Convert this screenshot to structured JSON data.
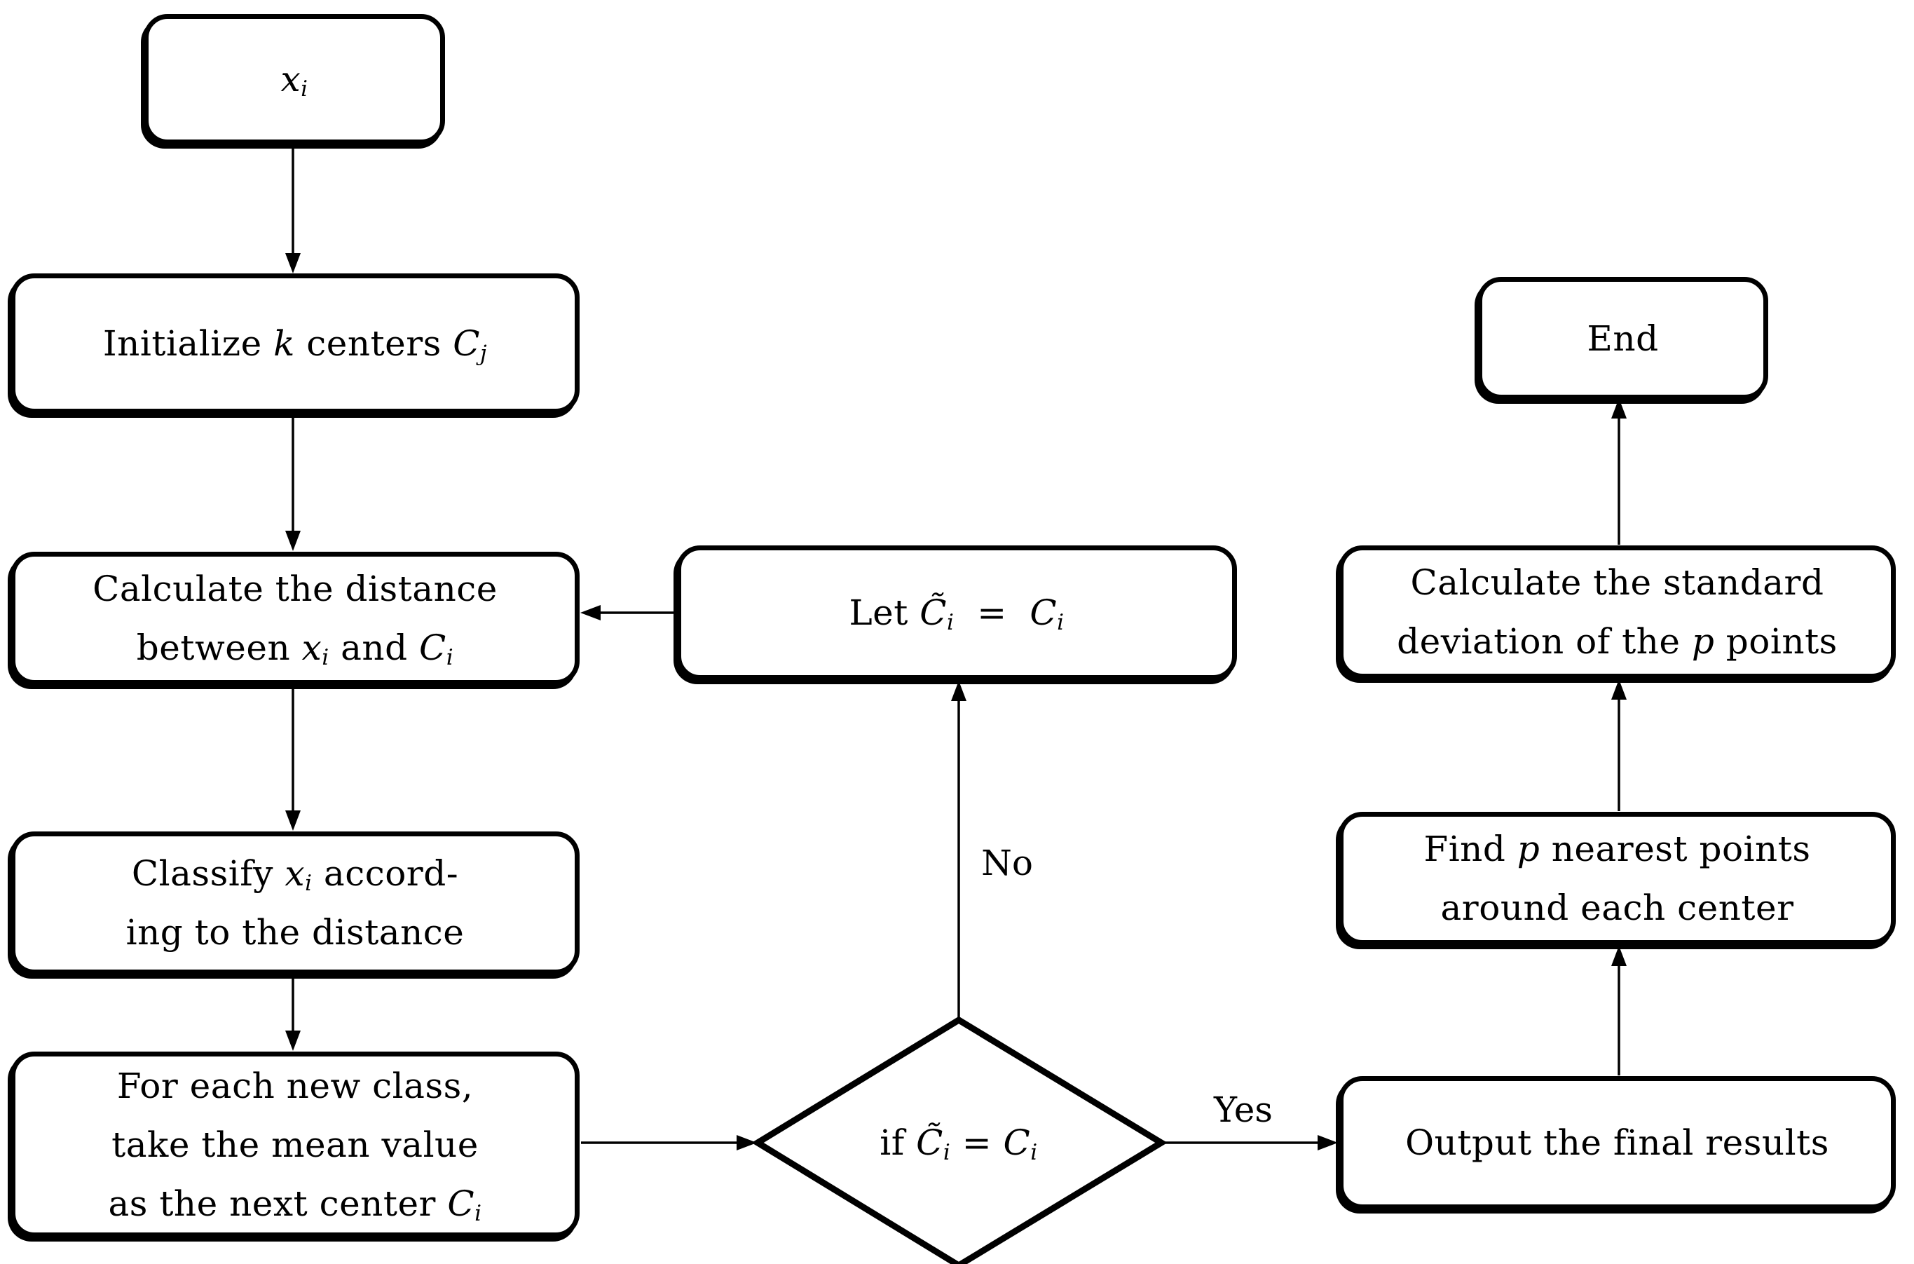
{
  "diagram": {
    "title": "k-means clustering flowchart",
    "background_color": "#ffffff",
    "stroke_color": "#000000",
    "nodes": {
      "input": {
        "lines": [
          [
            {
              "text": "x",
              "italic": true
            },
            {
              "text": "i",
              "italic": true,
              "sub": true
            }
          ]
        ]
      },
      "init": {
        "lines": [
          [
            {
              "text": "Initialize "
            },
            {
              "text": "k",
              "italic": true
            },
            {
              "text": " centers "
            },
            {
              "text": "C",
              "italic": true
            },
            {
              "text": "j",
              "italic": true,
              "sub": true
            }
          ]
        ]
      },
      "calc_dist": {
        "lines": [
          [
            {
              "text": "Calculate the distance"
            }
          ],
          [
            {
              "text": "between "
            },
            {
              "text": "x",
              "italic": true
            },
            {
              "text": "i",
              "italic": true,
              "sub": true
            },
            {
              "text": " and "
            },
            {
              "text": "C",
              "italic": true
            },
            {
              "text": "i",
              "italic": true,
              "sub": true
            }
          ]
        ]
      },
      "classify": {
        "lines": [
          [
            {
              "text": "Classify "
            },
            {
              "text": "x",
              "italic": true
            },
            {
              "text": "i",
              "italic": true,
              "sub": true
            },
            {
              "text": " accord-"
            }
          ],
          [
            {
              "text": "ing to the distance"
            }
          ]
        ]
      },
      "mean": {
        "lines": [
          [
            {
              "text": "For each new class,"
            }
          ],
          [
            {
              "text": "take the mean value"
            }
          ],
          [
            {
              "text": "as the next center "
            },
            {
              "text": "C",
              "italic": true
            },
            {
              "text": "i",
              "italic": true,
              "sub": true
            }
          ]
        ]
      },
      "decision": {
        "lines": [
          [
            {
              "text": "if "
            },
            {
              "text": "C̃",
              "italic": true
            },
            {
              "text": "i",
              "italic": true,
              "sub": true
            },
            {
              "text": " = "
            },
            {
              "text": "C",
              "italic": true
            },
            {
              "text": "i",
              "italic": true,
              "sub": true
            }
          ]
        ]
      },
      "let": {
        "lines": [
          [
            {
              "text": "Let "
            },
            {
              "text": "C̃",
              "italic": true
            },
            {
              "text": "i",
              "italic": true,
              "sub": true
            },
            {
              "text": "  =  "
            },
            {
              "text": "C",
              "italic": true
            },
            {
              "text": "i",
              "italic": true,
              "sub": true
            }
          ]
        ]
      },
      "output": {
        "lines": [
          [
            {
              "text": "Output the final results"
            }
          ]
        ]
      },
      "find_p": {
        "lines": [
          [
            {
              "text": "Find "
            },
            {
              "text": "p",
              "italic": true
            },
            {
              "text": " nearest points"
            }
          ],
          [
            {
              "text": "around each center"
            }
          ]
        ]
      },
      "std_dev": {
        "lines": [
          [
            {
              "text": "Calculate the standard"
            }
          ],
          [
            {
              "text": "deviation of the "
            },
            {
              "text": "p",
              "italic": true
            },
            {
              "text": " points"
            }
          ]
        ]
      },
      "end": {
        "lines": [
          [
            {
              "text": "End"
            }
          ]
        ]
      }
    },
    "edge_labels": {
      "yes": "Yes",
      "no": "No"
    }
  }
}
